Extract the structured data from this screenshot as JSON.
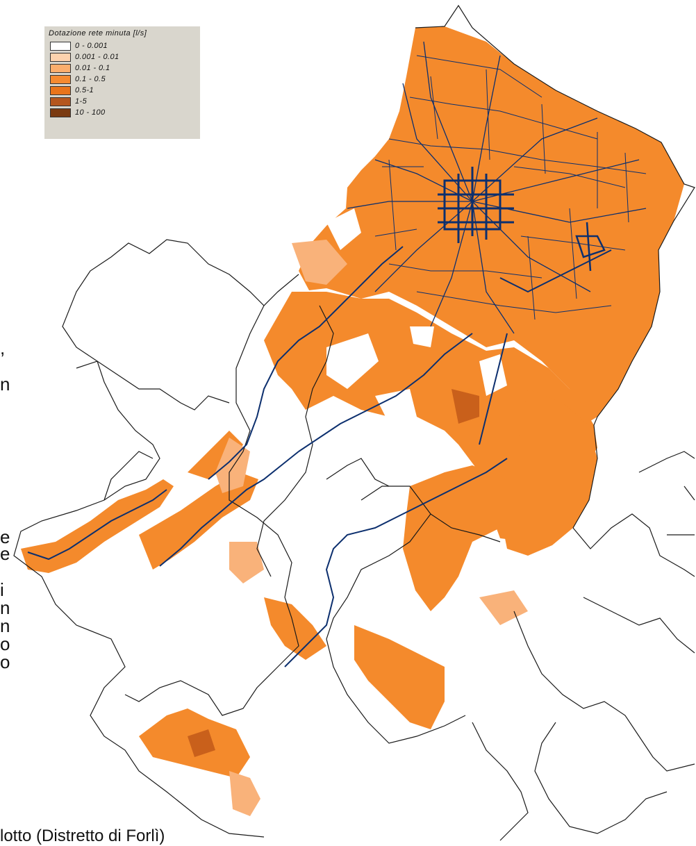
{
  "legend": {
    "title": "Dotazione rete minuta  [l/s]",
    "items": [
      {
        "label": "0 - 0.001",
        "color": "#ffffff"
      },
      {
        "label": "0.001 - 0.01",
        "color": "#fdd3ae"
      },
      {
        "label": "0.01 - 0.1",
        "color": "#fbae6d"
      },
      {
        "label": "0.1 - 0.5",
        "color": "#f58a30"
      },
      {
        "label": "0.5-1",
        "color": "#e9741a"
      },
      {
        "label": "1-5",
        "color": "#b4561e"
      },
      {
        "label": "10 - 100",
        "color": "#7a3a10"
      }
    ]
  },
  "side_chars": [
    ",",
    "n",
    "e",
    "e",
    "i",
    "n",
    "n",
    "o",
    "o"
  ],
  "caption": "               lotto (Distretto di Forlì)",
  "colors": {
    "network": "#0c2f6e",
    "boundary": "#1a1a1a",
    "orange_main": "#f48a2c",
    "orange_light": "#f9b27a",
    "orange_dark": "#c9601b"
  }
}
